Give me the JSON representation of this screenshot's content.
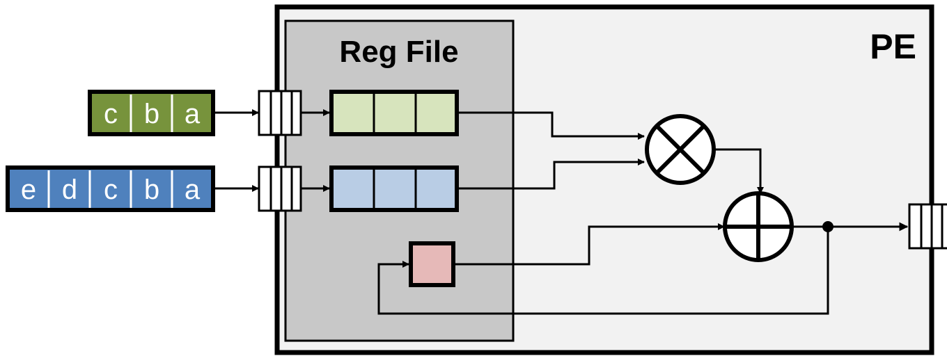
{
  "pe": {
    "title": "PE"
  },
  "reg_file": {
    "title": "Reg File"
  },
  "input_a": {
    "labels": [
      "c",
      "b",
      "a"
    ]
  },
  "input_b": {
    "labels": [
      "e",
      "d",
      "c",
      "b",
      "a"
    ]
  },
  "operators": {
    "multiply": "multiply-operator",
    "add": "add-operator"
  },
  "colors": {
    "pe_bg": "#f2f2f2",
    "reg_file_bg": "#c8c8c8",
    "green": "#77933c",
    "blue": "#4f81bd",
    "green_reg": "#d7e4bd",
    "blue_reg": "#b9cde5",
    "accum_reg": "#e6b9b8"
  }
}
